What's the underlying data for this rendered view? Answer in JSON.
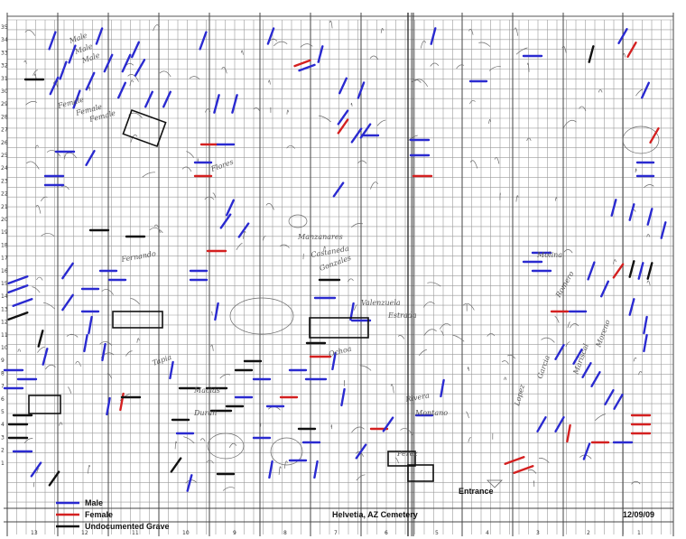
{
  "map": {
    "title": "Helvetia, AZ Cemetery",
    "date": "12/09/09",
    "entrance_label": "Entrance"
  },
  "legend": [
    {
      "key": "male",
      "label": "Male",
      "color": "#2a2ad0"
    },
    {
      "key": "female",
      "label": "Female",
      "color": "#d42020"
    },
    {
      "key": "undocumented",
      "label": "Undocumented Grave",
      "color": "#111111"
    }
  ],
  "colors": {
    "grid": "#9a9a9a",
    "grid_major": "#555555",
    "pencil": "#6a6a6a",
    "male": "#2a2ad0",
    "female": "#d42020",
    "undocumented": "#111111"
  },
  "bottom_axis_labels": [
    "13",
    "12",
    "11",
    "10",
    "9",
    "8",
    "7",
    "6",
    "5",
    "4",
    "3",
    "2",
    "1"
  ],
  "left_axis_labels": [
    "35",
    "34",
    "33",
    "32",
    "31",
    "30",
    "29",
    "28",
    "27",
    "26",
    "25",
    "24",
    "23",
    "22",
    "21",
    "20",
    "19",
    "18",
    "17",
    "16",
    "15",
    "14",
    "13",
    "12",
    "11",
    "10",
    "9",
    "8",
    "7",
    "6",
    "5",
    "4",
    "3",
    "2",
    "1"
  ],
  "handwritten_notes": [
    "Male",
    "Male",
    "Male",
    "Female",
    "Female",
    "Female",
    "Fernando",
    "Flores",
    "Manzanares",
    "Castaneda",
    "Gonzales",
    "Valenzuela",
    "Estrada",
    "Ochoa",
    "Macias",
    "Molina",
    "Romero",
    "Garcia",
    "Lopez",
    "Moreno",
    "Duran",
    "Perez",
    "Montano",
    "Mariscal",
    "Tapia",
    "Rivera"
  ]
}
